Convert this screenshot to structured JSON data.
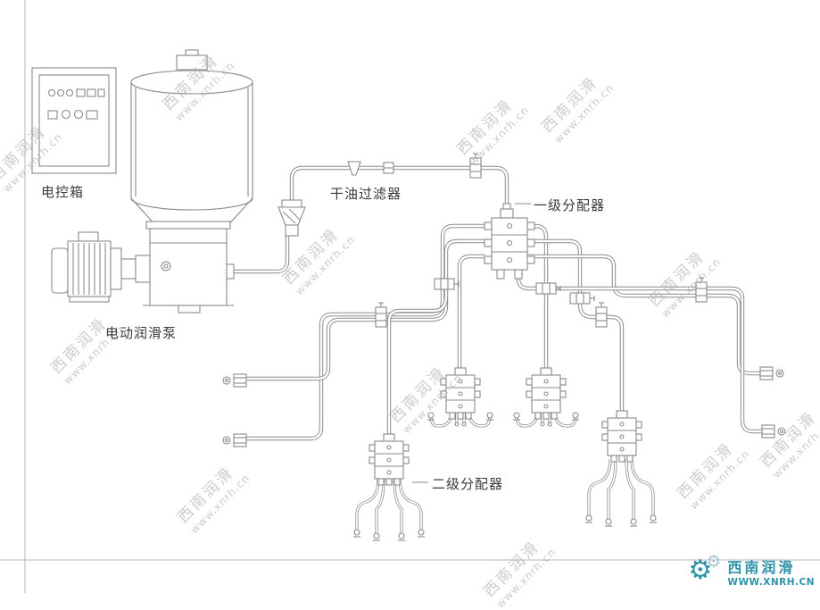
{
  "colors": {
    "line": "#8a8a8a",
    "watermark": "#acacac",
    "brand": "#2e93a8"
  },
  "watermark": {
    "line1": "西南润滑",
    "line2": "www.xnrh.cn"
  },
  "labels": {
    "control_box": "电控箱",
    "oil_filter": "干油过滤器",
    "primary_distributor": "一级分配器",
    "pump": "电动润滑泵",
    "secondary_distributor": "二级分配器"
  },
  "logo": {
    "name": "西南润滑",
    "url": "WWW.XNRH.CN"
  },
  "icons": {
    "gear": "⚙"
  }
}
